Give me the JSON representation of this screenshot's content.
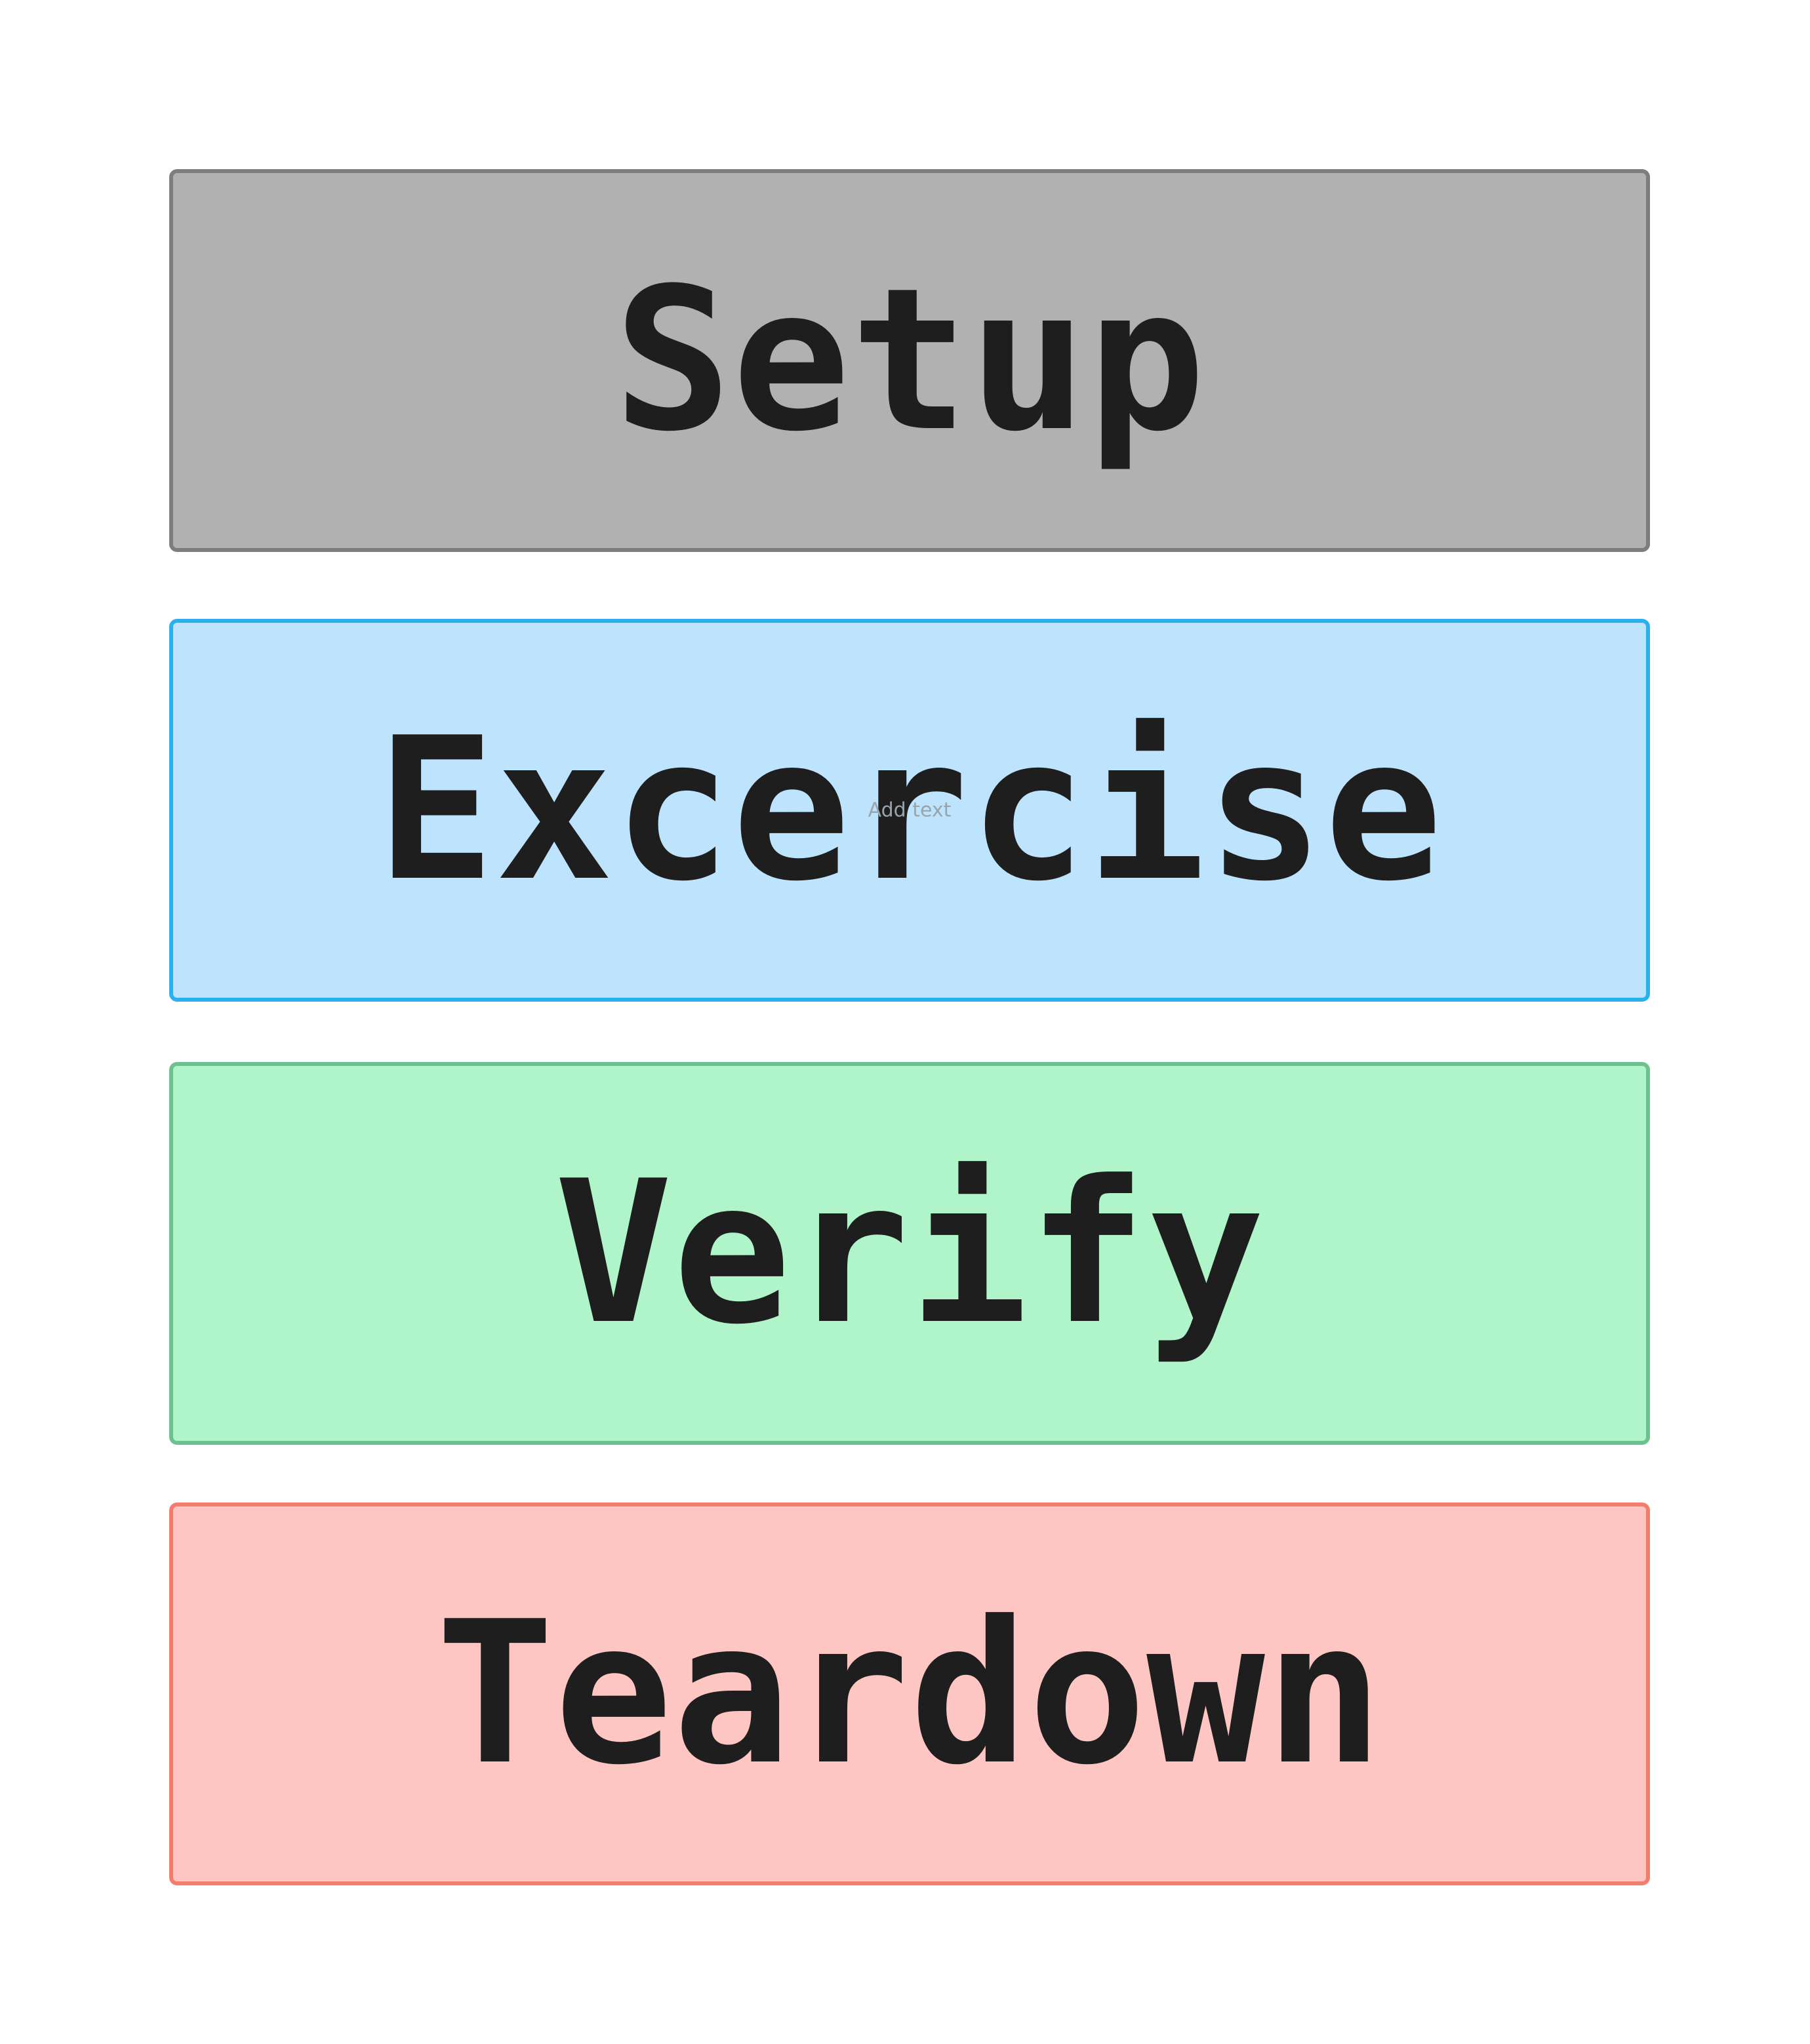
{
  "diagram": {
    "phases": [
      {
        "id": "setup",
        "label": "Setup",
        "fill": "#b1b1b1",
        "border": "#7d7d7d"
      },
      {
        "id": "exercise",
        "label": "Excercise",
        "fill": "#bee3fc",
        "border": "#2bb0ef"
      },
      {
        "id": "verify",
        "label": "Verify",
        "fill": "#b0f4c9",
        "border": "#6dc18e"
      },
      {
        "id": "teardown",
        "label": "Teardown",
        "fill": "#fdc6c2",
        "border": "#f37c6d"
      }
    ],
    "hint_text": "Add text"
  }
}
